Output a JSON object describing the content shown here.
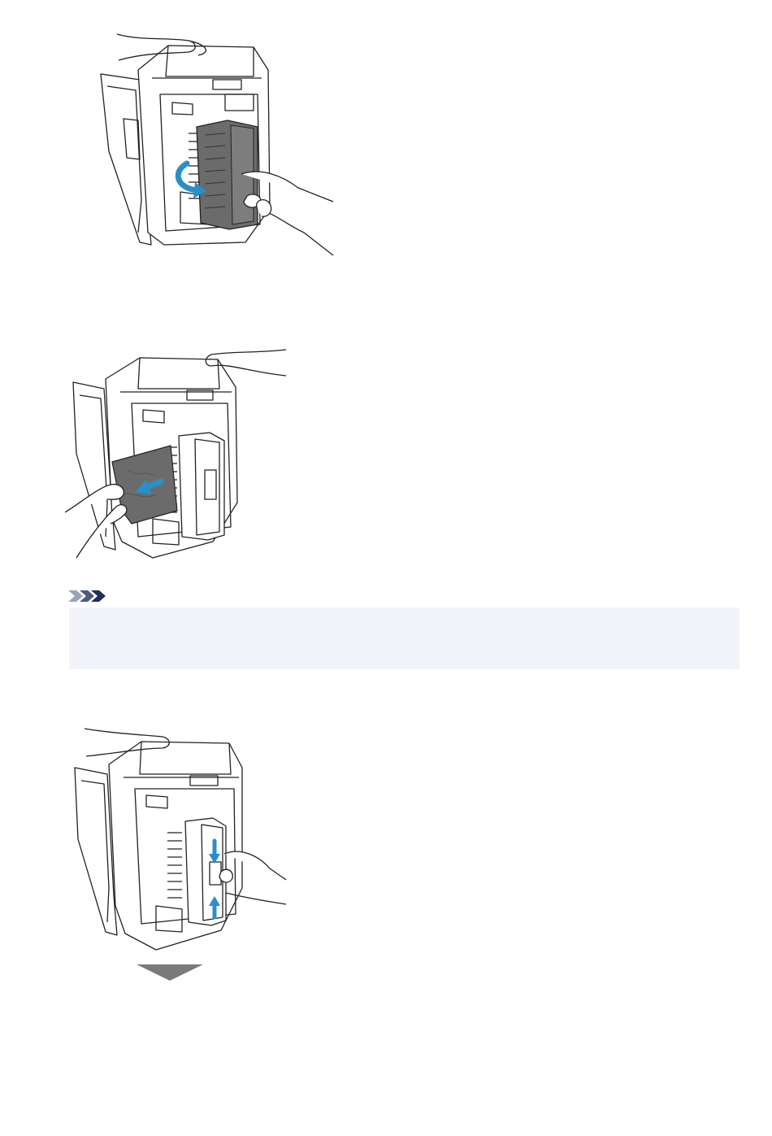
{
  "figures": [
    {
      "name": "remove-rear-cover",
      "icon": "printer-rear-cover-illustration"
    },
    {
      "name": "pull-out-jammed-paper",
      "icon": "printer-jammed-paper-illustration"
    },
    {
      "name": "reattach-rear-cover",
      "icon": "printer-reattach-cover-illustration"
    }
  ],
  "note": {
    "icon": "note-chevrons-icon",
    "text": ""
  },
  "next_step": {
    "icon": "down-triangle-icon"
  },
  "colors": {
    "accent_blue": "#2a8fc9",
    "line": "#222222",
    "dark_part": "#6b6b6b",
    "note_background": "#f3f4f9",
    "arrow_gray": "#7a7a7a"
  }
}
